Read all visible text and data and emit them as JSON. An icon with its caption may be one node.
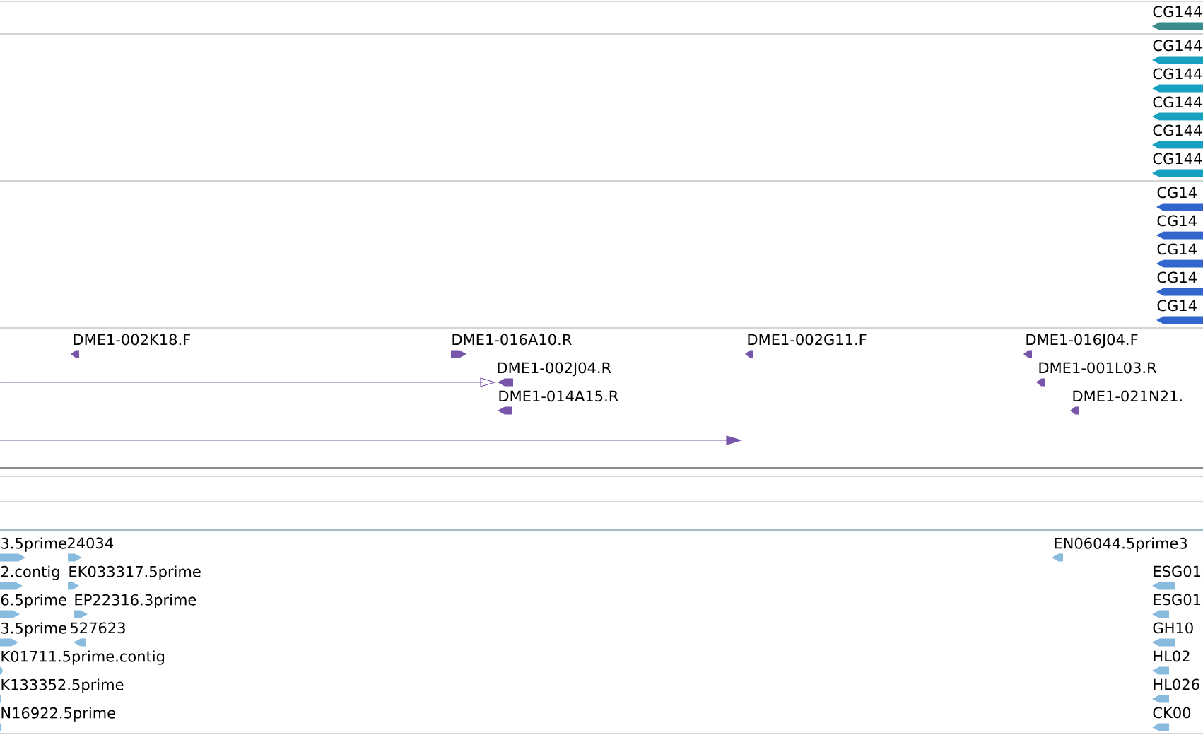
{
  "diagram": {
    "labels": [
      "CG144",
      "CG144",
      "CG144",
      "CG144",
      "CG144",
      "CG144",
      "CG14",
      "CG14",
      "CG14",
      "CG14",
      "CG14",
      "DME1-002K18.F",
      "DME1-016A10.R",
      "DME1-002G11.F",
      "DME1-016J04.F",
      "DME1-002J04.R",
      "DME1-001L03.R",
      "DME1-014A15.R",
      "DME1-021N21.",
      "3.5prime",
      "24034",
      "EN06044.5prime3",
      "2.contig",
      "EK033317.5prime",
      "ESG01",
      "6.5prime",
      "EP22316.3prime",
      "ESG01",
      "3.5prime",
      "527623",
      "GH10",
      "K01711.5prime.contig",
      "HL02",
      "K133352.5prime",
      "HL026",
      "N16922.5prime",
      "CK00"
    ]
  }
}
